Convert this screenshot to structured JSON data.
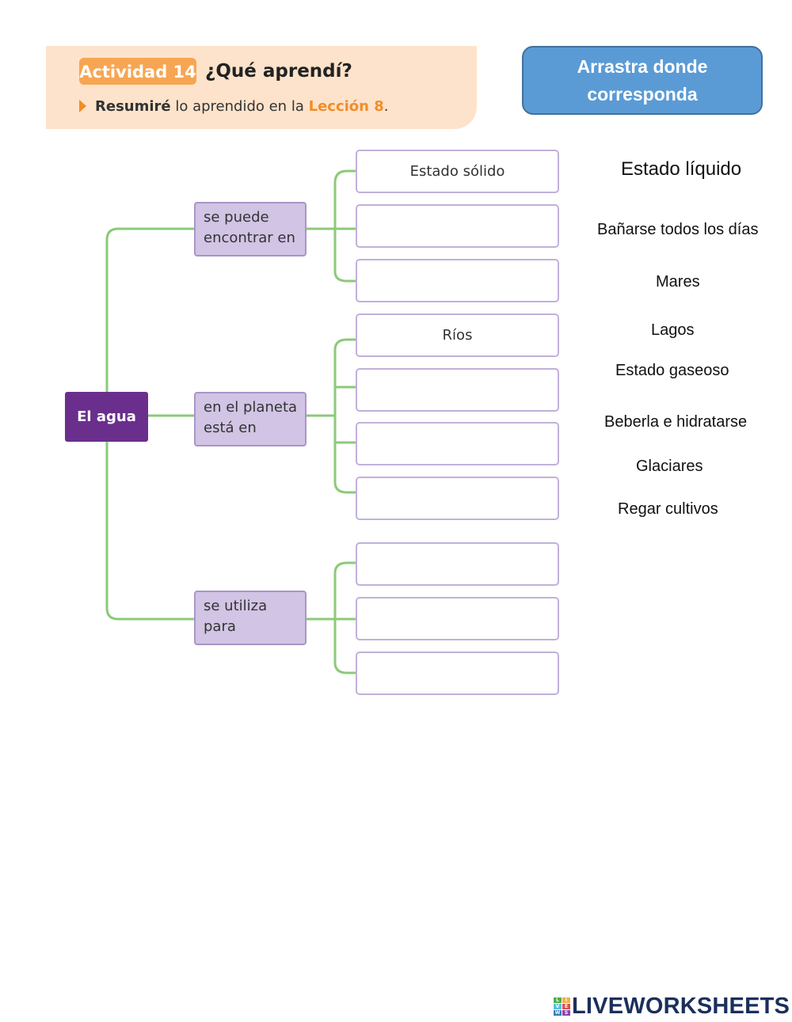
{
  "header": {
    "activity_label": "Actividad 14",
    "title": "¿Qué aprendí?",
    "subtitle_bold": "Resumiré",
    "subtitle_text": "lo aprendido en la",
    "subtitle_link": "Lección 8",
    "subtitle_end": "."
  },
  "instruction": "Arrastra donde corresponda",
  "map": {
    "root": "El agua",
    "branches": [
      {
        "label": "se puede encontrar en",
        "slots": [
          "Estado sólido",
          "",
          ""
        ]
      },
      {
        "label": "en el planeta está en",
        "slots": [
          "Ríos",
          "",
          "",
          ""
        ]
      },
      {
        "label": "se utiliza para",
        "slots": [
          "",
          "",
          ""
        ]
      }
    ]
  },
  "options": [
    "Estado líquido",
    "Bañarse todos los días",
    "Mares",
    "Lagos",
    "Estado gaseoso",
    "Beberla e hidratarse",
    "Glaciares",
    "Regar cultivos"
  ],
  "footer": {
    "brand": "LIVEWORKSHEETS",
    "brand_letters": [
      "L",
      "I",
      "V",
      "E",
      "W",
      "S"
    ]
  },
  "colors": {
    "accent_orange": "#f7a552",
    "root_purple": "#6a2f8c",
    "node_lilac": "#d1c4e4",
    "connector_green": "#8cc97a",
    "instruction_blue": "#5b9bd5"
  }
}
